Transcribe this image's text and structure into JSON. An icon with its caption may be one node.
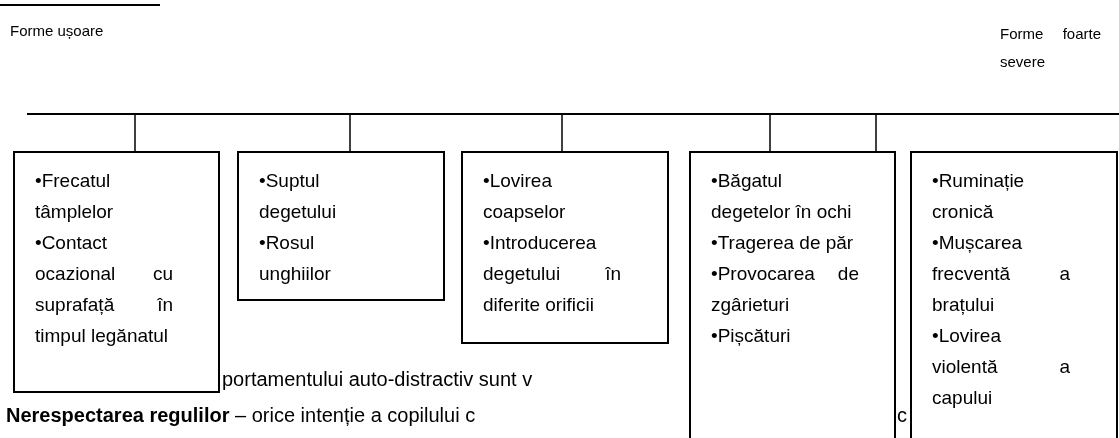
{
  "diagram": {
    "nodes": [
      {
        "text": [],
        "shape": "bar"
      },
      {
        "text": [
          "•Frecatul tâmplelor",
          "•Contact ocazional cu suprafață în timpul legănatul"
        ]
      },
      {
        "text": [
          "•Suptul degetului",
          "•Rosul unghiilor"
        ]
      },
      {
        "text": [
          "•Lovirea coapselor",
          "•Introducerea degetului în diferite orificii"
        ]
      },
      {
        "text": [
          "•Băgatul degetelor în ochi",
          "•Tragerea de păr",
          "•Provocarea de zgârieturi",
          "•Pișcături"
        ]
      },
      {
        "text": [
          "•Ruminație cronică",
          "•Mușcarea frecventă a brațului",
          "•Lovirea violentă a capului"
        ]
      }
    ],
    "edges": [
      {
        "from": 0,
        "to": 1,
        "arrow": "none"
      },
      {
        "from": 0,
        "to": 2,
        "arrow": "none"
      },
      {
        "from": 0,
        "to": 3,
        "arrow": "none"
      },
      {
        "from": 0,
        "to": 4,
        "arrow": "none"
      },
      {
        "from": 0,
        "to": 4,
        "arrow": "none"
      }
    ],
    "labels": [
      "Forme ușoare",
      "Forme foarte severe",
      "portamentului auto-distractiv sunt v",
      "**Nerespectarea regulilor** – orice intenție a copilului c",
      "c"
    ]
  }
}
